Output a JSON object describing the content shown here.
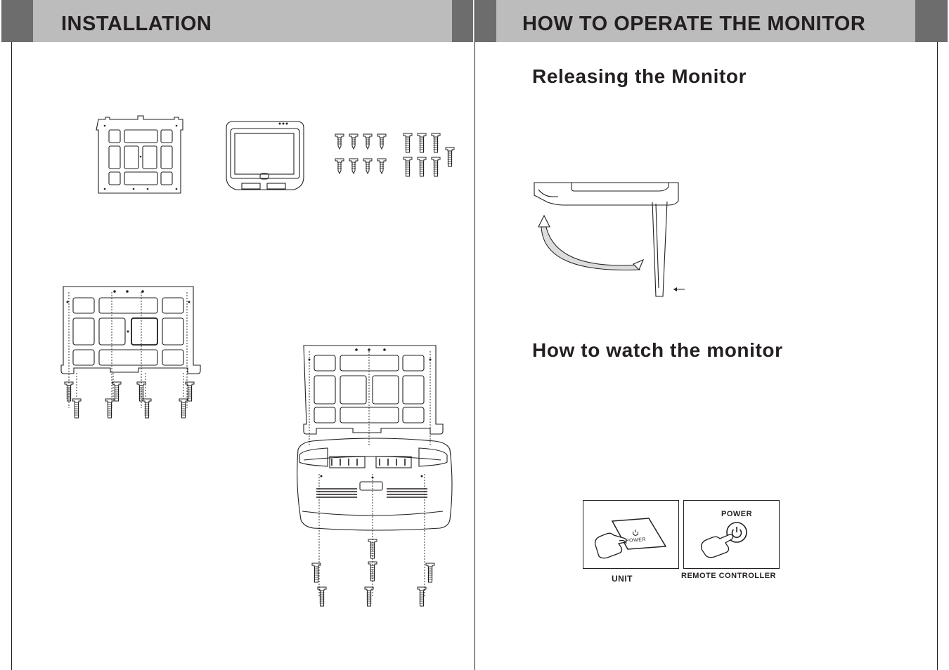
{
  "left_page": {
    "header_title": "INSTALLATION"
  },
  "right_page": {
    "header_title": "HOW TO OPERATE THE MONITOR",
    "section_release_title": "Releasing the Monitor",
    "section_watch_title": "How to watch the monitor",
    "unit_caption": "UNIT",
    "unit_button_label": "POWER",
    "remote_caption": "REMOTE CONTROLLER",
    "remote_button_label": "POWER"
  },
  "colors": {
    "header_bg": "#bcbcbc",
    "header_edge": "#6d6d6d",
    "ink": "#231f20"
  },
  "icons": [
    "power-icon",
    "hand-pointer-icon",
    "rotation-arrow-icon",
    "screw-icon"
  ]
}
